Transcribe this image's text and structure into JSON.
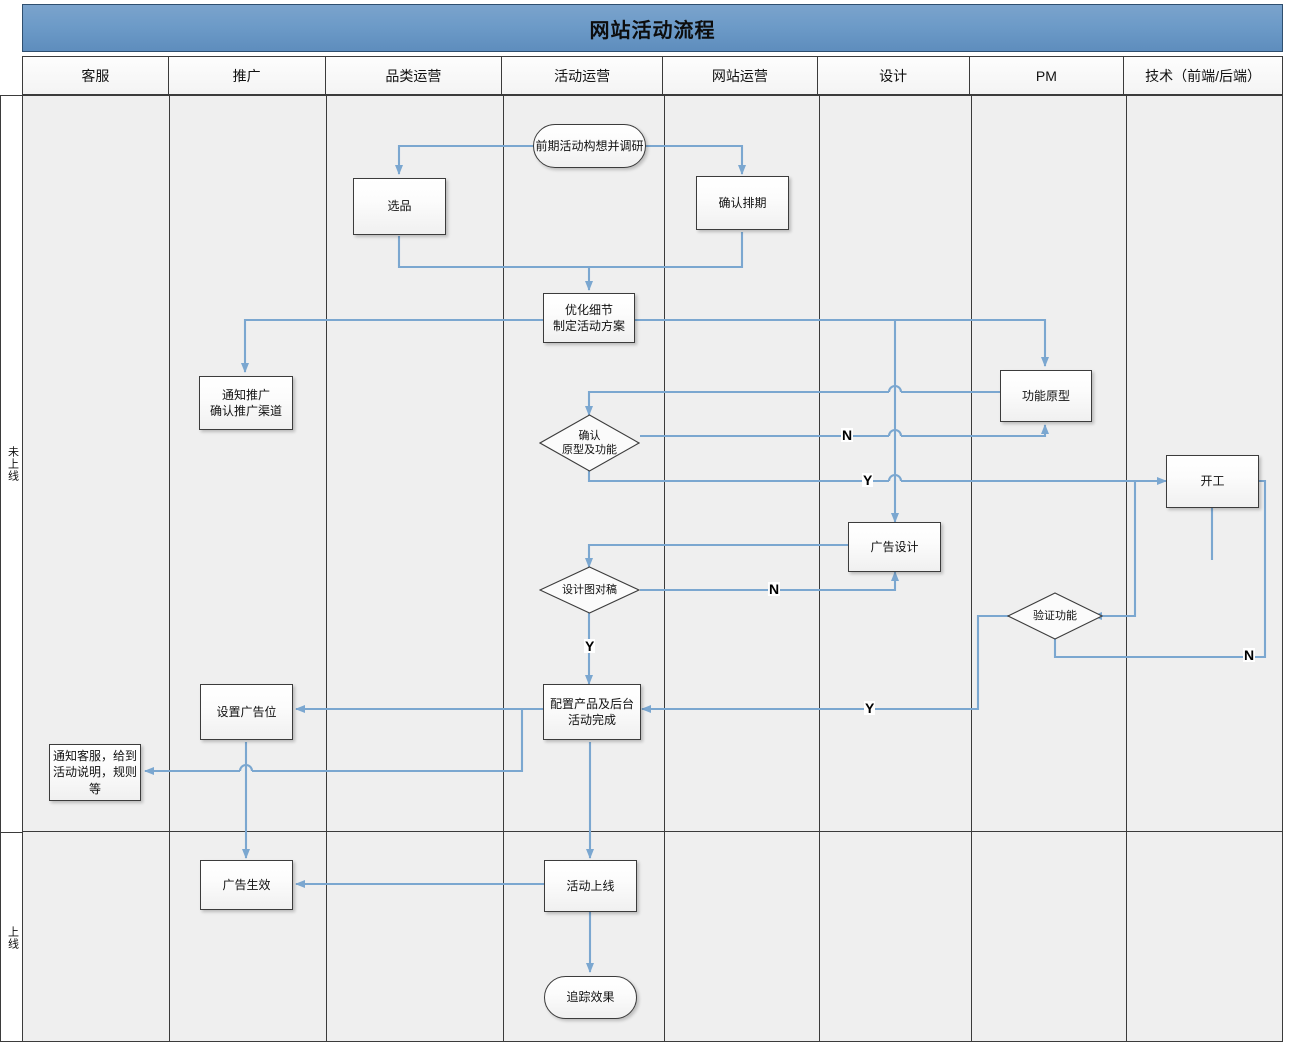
{
  "diagram": {
    "title": "网站活动流程",
    "type": "cross-functional-flowchart",
    "accent_color": "#6d9bc8",
    "connector_color": "#7ba7d0",
    "canvas_background": "#efefef"
  },
  "lanes": [
    {
      "id": "cs",
      "label": "客服"
    },
    {
      "id": "promo",
      "label": "推广"
    },
    {
      "id": "category",
      "label": "品类运营"
    },
    {
      "id": "activity",
      "label": "活动运营"
    },
    {
      "id": "site",
      "label": "网站运营"
    },
    {
      "id": "design",
      "label": "设计"
    },
    {
      "id": "pm",
      "label": "PM"
    },
    {
      "id": "tech",
      "label": "技术（前端/后端）"
    }
  ],
  "phases": [
    {
      "id": "pre",
      "label": "未上线"
    },
    {
      "id": "live",
      "label": "上线"
    }
  ],
  "nodes": [
    {
      "id": "n1",
      "label": "前期活动构想并调研",
      "shape": "terminator",
      "lane": "activity"
    },
    {
      "id": "n2",
      "label": "选品",
      "shape": "process",
      "lane": "category"
    },
    {
      "id": "n3",
      "label": "确认排期",
      "shape": "process",
      "lane": "site"
    },
    {
      "id": "n4",
      "label": "优化细节\n制定活动方案",
      "shape": "process",
      "lane": "activity"
    },
    {
      "id": "n5",
      "label": "通知推广\n确认推广渠道",
      "shape": "process",
      "lane": "promo"
    },
    {
      "id": "n6",
      "label": "功能原型",
      "shape": "process",
      "lane": "pm"
    },
    {
      "id": "n7",
      "label": "确认\n原型及功能",
      "shape": "decision",
      "lane": "activity"
    },
    {
      "id": "n8",
      "label": "开工",
      "shape": "process",
      "lane": "tech"
    },
    {
      "id": "n9",
      "label": "广告设计",
      "shape": "process",
      "lane": "design"
    },
    {
      "id": "n10",
      "label": "设计图对稿",
      "shape": "decision",
      "lane": "activity"
    },
    {
      "id": "n11",
      "label": "验证功能",
      "shape": "decision",
      "lane": "pm"
    },
    {
      "id": "n12",
      "label": "配置产品及后台\n活动完成",
      "shape": "process",
      "lane": "activity"
    },
    {
      "id": "n13",
      "label": "设置广告位",
      "shape": "process",
      "lane": "promo"
    },
    {
      "id": "n14",
      "label": "通知客服，给到\n活动说明，规则等",
      "shape": "process",
      "lane": "cs"
    },
    {
      "id": "n15",
      "label": "广告生效",
      "shape": "process",
      "lane": "promo"
    },
    {
      "id": "n16",
      "label": "活动上线",
      "shape": "process",
      "lane": "activity"
    },
    {
      "id": "n17",
      "label": "追踪效果",
      "shape": "terminator",
      "lane": "activity"
    }
  ],
  "node_text": {
    "n1": "前期活动构想并调研",
    "n2": "选品",
    "n3": "确认排期",
    "n4a": "优化细节",
    "n4b": "制定活动方案",
    "n5a": "通知推广",
    "n5b": "确认推广渠道",
    "n6": "功能原型",
    "n7a": "确认",
    "n7b": "原型及功能",
    "n8": "开工",
    "n9": "广告设计",
    "n10": "设计图对稿",
    "n11": "验证功能",
    "n12a": "配置产品及后台",
    "n12b": "活动完成",
    "n13": "设置广告位",
    "n14a": "通知客服，给到",
    "n14b": "活动说明，规则等",
    "n15": "广告生效",
    "n16": "活动上线",
    "n17": "追踪效果"
  },
  "edge_labels": {
    "confirm_no": "N",
    "confirm_yes": "Y",
    "design_no": "N",
    "design_yes": "Y",
    "verify_no": "N",
    "verify_yes": "Y"
  },
  "edges": [
    {
      "from": "n1",
      "to": "n2",
      "label": ""
    },
    {
      "from": "n1",
      "to": "n3",
      "label": ""
    },
    {
      "from": "n2",
      "to": "n4",
      "label": ""
    },
    {
      "from": "n3",
      "to": "n4",
      "label": ""
    },
    {
      "from": "n4",
      "to": "n5",
      "label": ""
    },
    {
      "from": "n4",
      "to": "n6",
      "label": ""
    },
    {
      "from": "n6",
      "to": "n7",
      "label": ""
    },
    {
      "from": "n7",
      "to": "n6",
      "label": "N"
    },
    {
      "from": "n7",
      "to": "n8",
      "label": "Y"
    },
    {
      "from": "n9",
      "to": "n10",
      "label": ""
    },
    {
      "from": "n10",
      "to": "n9",
      "label": "N"
    },
    {
      "from": "n10",
      "to": "n12",
      "label": "Y"
    },
    {
      "from": "n8",
      "to": "n11",
      "label": ""
    },
    {
      "from": "n11",
      "to": "n8",
      "label": "N"
    },
    {
      "from": "n11",
      "to": "n12",
      "label": "Y"
    },
    {
      "from": "n12",
      "to": "n13",
      "label": ""
    },
    {
      "from": "n12",
      "to": "n14",
      "label": ""
    },
    {
      "from": "n12",
      "to": "n16",
      "label": ""
    },
    {
      "from": "n13",
      "to": "n15",
      "label": ""
    },
    {
      "from": "n16",
      "to": "n15",
      "label": ""
    },
    {
      "from": "n16",
      "to": "n17",
      "label": ""
    }
  ]
}
